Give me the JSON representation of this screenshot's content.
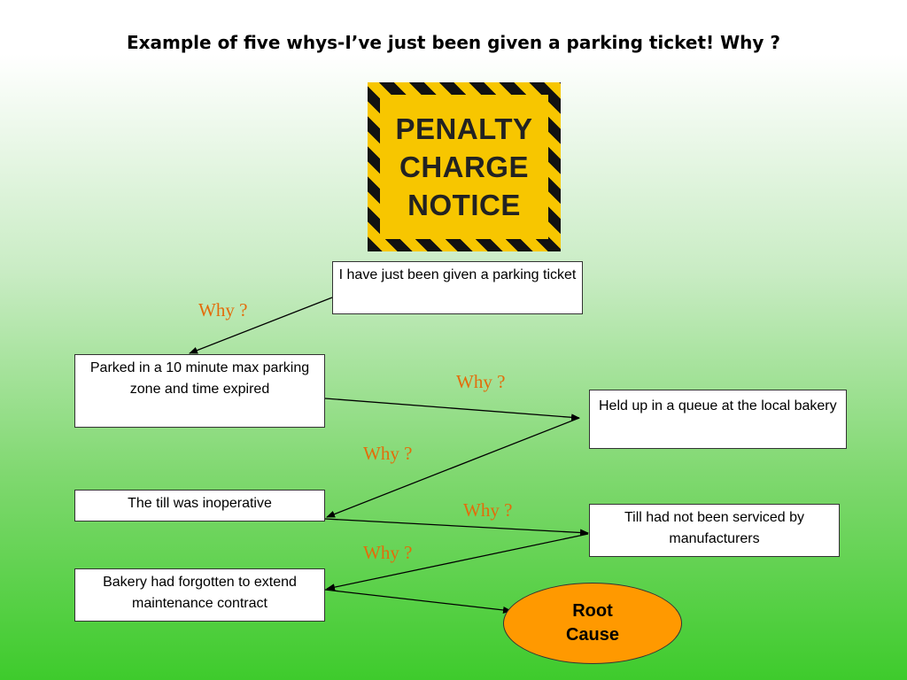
{
  "title": "Example of five whys-I’ve just been given a parking ticket! Why ?",
  "sign": {
    "line1": "PENALTY",
    "line2": "CHARGE",
    "line3": "NOTICE",
    "colors": {
      "stripe_dark": "#111111",
      "stripe_yellow": "#f7c600"
    }
  },
  "boxes": {
    "ticket": "I have just been given a parking ticket",
    "parked": "Parked in a 10 minute max parking zone and time expired",
    "queue": "Held up in a queue at the local bakery",
    "till": "The till was inoperative",
    "serviced": "Till had not been serviced by manufacturers",
    "forgotten": "Bakery had forgotten to extend maintenance contract"
  },
  "root": {
    "line1": "Root",
    "line2": "Cause",
    "color": "#ff9900"
  },
  "why_labels": [
    "Why ?",
    "Why ?",
    "Why ?",
    "Why ?",
    "Why ?"
  ],
  "why_color": "#e36c0a"
}
